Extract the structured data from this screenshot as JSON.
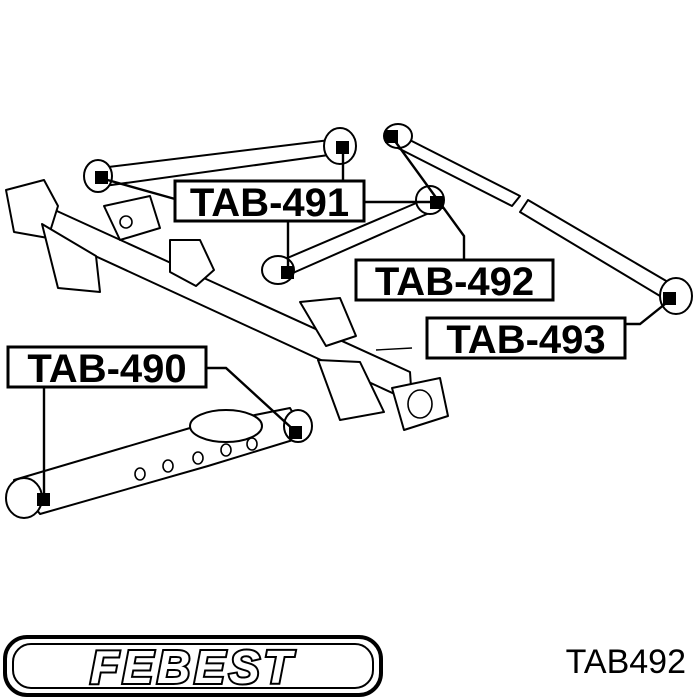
{
  "callouts": [
    {
      "id": "tab-490",
      "label": "TAB-490"
    },
    {
      "id": "tab-491",
      "label": "TAB-491"
    },
    {
      "id": "tab-492",
      "label": "TAB-492"
    },
    {
      "id": "tab-493",
      "label": "TAB-493"
    }
  ],
  "brand": {
    "logo_text": "FEBEST"
  },
  "part_code": "TAB492"
}
